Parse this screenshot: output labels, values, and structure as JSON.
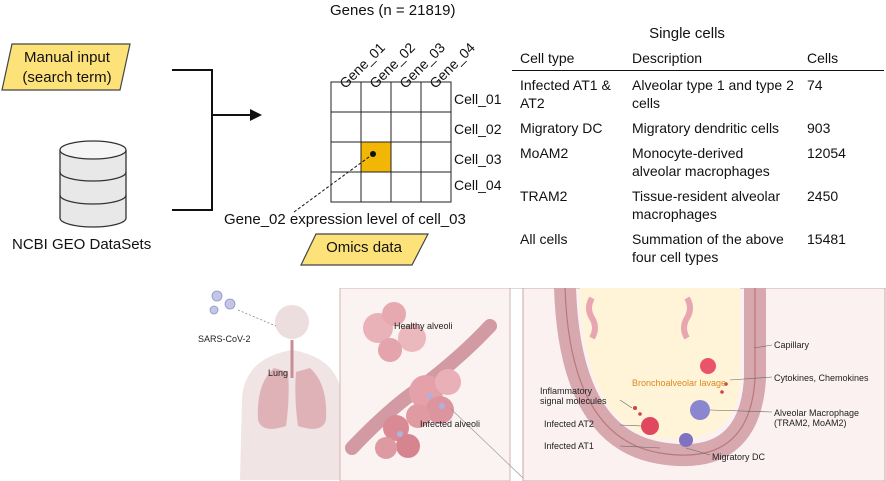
{
  "input": {
    "manual_line1": "Manual input",
    "manual_line2": "(search term)",
    "database": "NCBI GEO DataSets"
  },
  "matrix": {
    "title": "Genes (n = 21819)",
    "genes": [
      "Gene_01",
      "Gene_02",
      "Gene_03",
      "Gene_04"
    ],
    "cells": [
      "Cell_01",
      "Cell_02",
      "Cell_03",
      "Cell_04"
    ],
    "highlight_color": "#f2b705",
    "annotation": "Gene_02 expression level of cell_03",
    "output_label": "Omics data"
  },
  "single_cells": {
    "title": "Single cells",
    "headers": [
      "Cell type",
      "Description",
      "Cells"
    ],
    "rows": [
      {
        "type": "Infected AT1 & AT2",
        "description": "Alveolar type 1 and type 2 cells",
        "cells": "74"
      },
      {
        "type": "Migratory DC",
        "description": "Migratory dendritic cells",
        "cells": "903"
      },
      {
        "type": "MoAM2",
        "description": "Monocyte-derived alveolar macrophages",
        "cells": "12054"
      },
      {
        "type": "TRAM2",
        "description": "Tissue-resident alveolar macrophages",
        "cells": "2450"
      },
      {
        "type": "All cells",
        "description": "Summation of the above four cell types",
        "cells": "15481"
      }
    ]
  },
  "illustration": {
    "virus": "SARS-CoV-2",
    "lung": "Lung",
    "healthy": "Healthy alveoli",
    "infected": "Infected alveoli",
    "capillary": "Capillary",
    "lavage": "Bronchoalveolar lavage",
    "cytokines": "Cytokines, Chemokines",
    "inflammatory_1": "Inflammatory",
    "inflammatory_2": "signal molecules",
    "infected_at2": "Infected AT2",
    "infected_at1": "Infected AT1",
    "macrophage_1": "Alveolar Macrophage",
    "macrophage_2": "(TRAM2, MoAM2)",
    "migratory_dc": "Migratory DC"
  },
  "colors": {
    "parallelogram_fill": "#fde27a",
    "parallelogram_stroke": "#444444",
    "lavage_text": "#d98a1f",
    "tissue": "#e9c6c8"
  }
}
